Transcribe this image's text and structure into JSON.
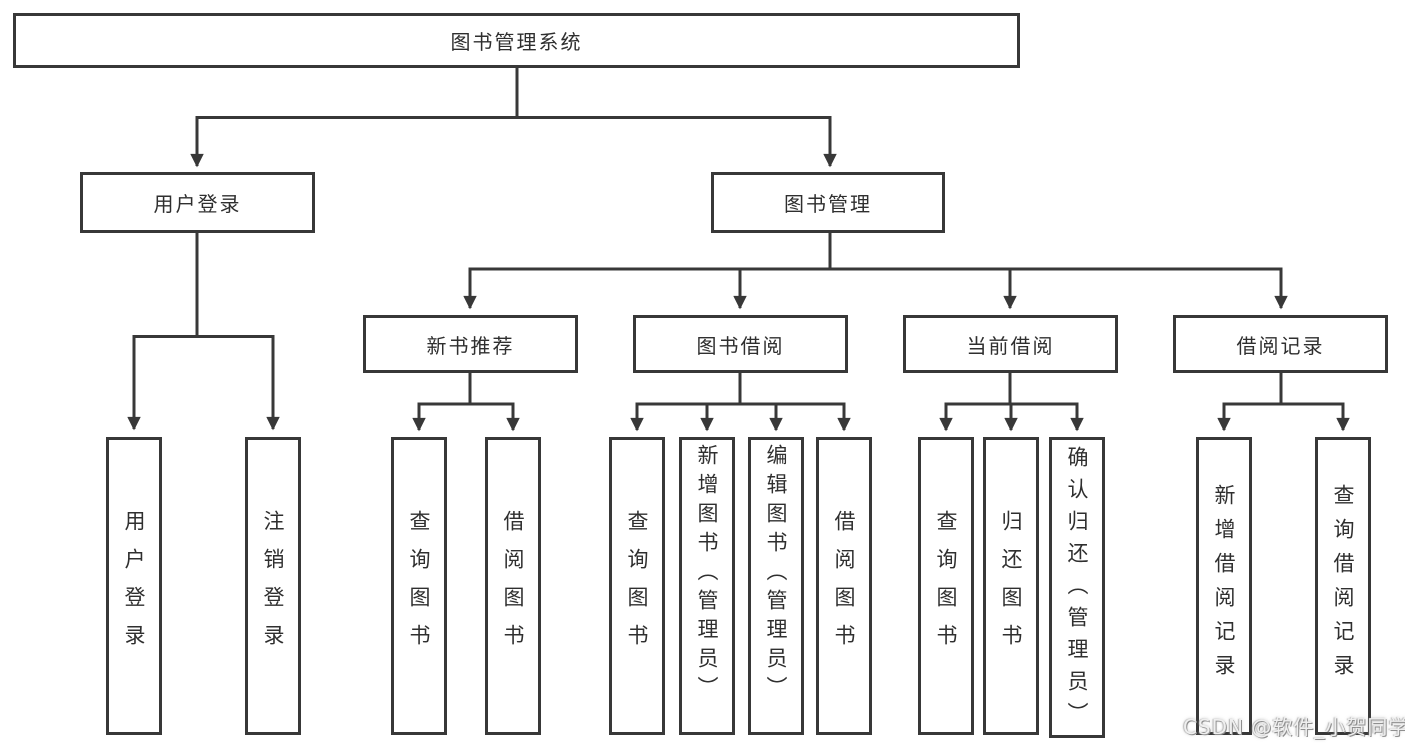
{
  "diagram": {
    "title": "图书管理系统",
    "root": {
      "label": "图书管理系统"
    },
    "level2": [
      {
        "label": "用户登录"
      },
      {
        "label": "图书管理"
      }
    ],
    "level3": [
      {
        "label": "新书推荐",
        "parent": "图书管理"
      },
      {
        "label": "图书借阅",
        "parent": "图书管理"
      },
      {
        "label": "当前借阅",
        "parent": "图书管理"
      },
      {
        "label": "借阅记录",
        "parent": "图书管理"
      }
    ],
    "leaves": [
      {
        "label": "用户登录",
        "parent": "用户登录"
      },
      {
        "label": "注销登录",
        "parent": "用户登录"
      },
      {
        "label": "查询图书",
        "parent": "新书推荐"
      },
      {
        "label": "借阅图书",
        "parent": "新书推荐"
      },
      {
        "label": "查询图书",
        "parent": "图书借阅"
      },
      {
        "label": "新增图书（管理员）",
        "parent": "图书借阅"
      },
      {
        "label": "编辑图书（管理员）",
        "parent": "图书借阅"
      },
      {
        "label": "借阅图书",
        "parent": "图书借阅"
      },
      {
        "label": "查询图书",
        "parent": "当前借阅"
      },
      {
        "label": "归还图书",
        "parent": "当前借阅"
      },
      {
        "label": "确认归还（管理员）",
        "parent": "当前借阅"
      },
      {
        "label": "新增借阅记录",
        "parent": "借阅记录"
      },
      {
        "label": "查询借阅记录",
        "parent": "借阅记录"
      }
    ],
    "colors": {
      "line": "#383838",
      "text": "#2f2f2f",
      "background": "#ffffff"
    }
  },
  "watermark": {
    "text": "CSDN @软件_小贺同学"
  }
}
